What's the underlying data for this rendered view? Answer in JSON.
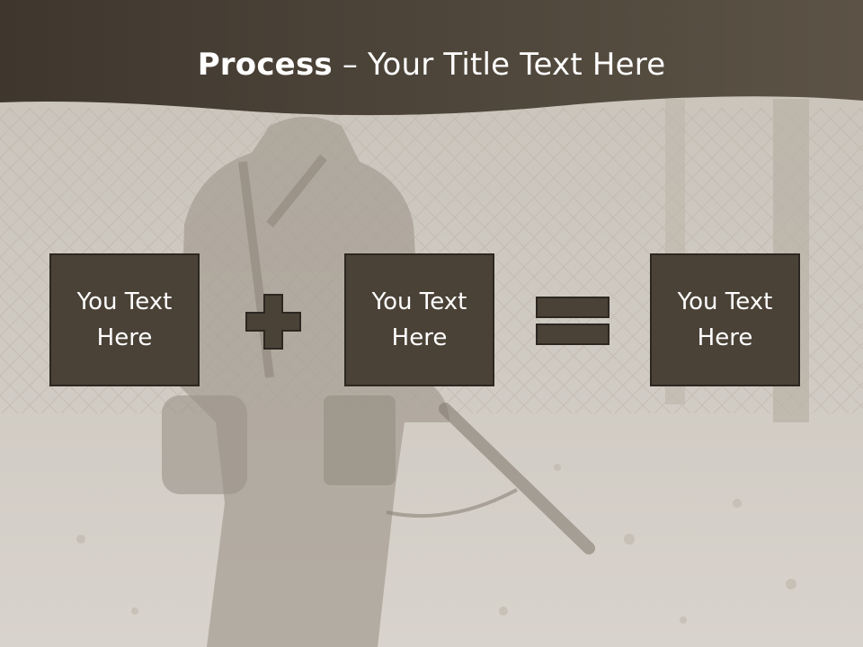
{
  "slide": {
    "title_bold": "Process",
    "title_rest": " – Your Title Text Here",
    "boxes": [
      {
        "text": "You Text\nHere"
      },
      {
        "text": "You Text\nHere"
      },
      {
        "text": "You Text\nHere"
      }
    ],
    "operators": [
      "plus-icon",
      "equals-icon"
    ]
  },
  "colors": {
    "header": "#4a4136",
    "box_fill": "#4b4237",
    "box_border": "#2c2721",
    "operator_fill": "#4b4237",
    "title_text": "#ffffff"
  }
}
